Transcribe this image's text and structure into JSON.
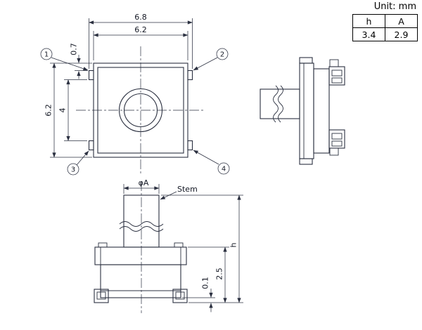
{
  "unit_label": "Unit: mm",
  "spec_table": {
    "col1_header": "h",
    "col2_header": "A",
    "col1_value": "3.4",
    "col2_value": "2.9"
  },
  "top_view": {
    "dim_overall_width": "6.8",
    "dim_body_width": "6.2",
    "dim_overall_depth": "6.2",
    "dim_terminal_span": "4",
    "dim_terminal_offset": "0.7",
    "callout_1": "1",
    "callout_2": "2",
    "callout_3": "3",
    "callout_4": "4"
  },
  "front_view": {
    "dim_stem_diameter": "φA",
    "stem_label": "Stem",
    "dim_total_height": "h",
    "dim_body_height": "2.5",
    "dim_standoff": "0.1"
  }
}
